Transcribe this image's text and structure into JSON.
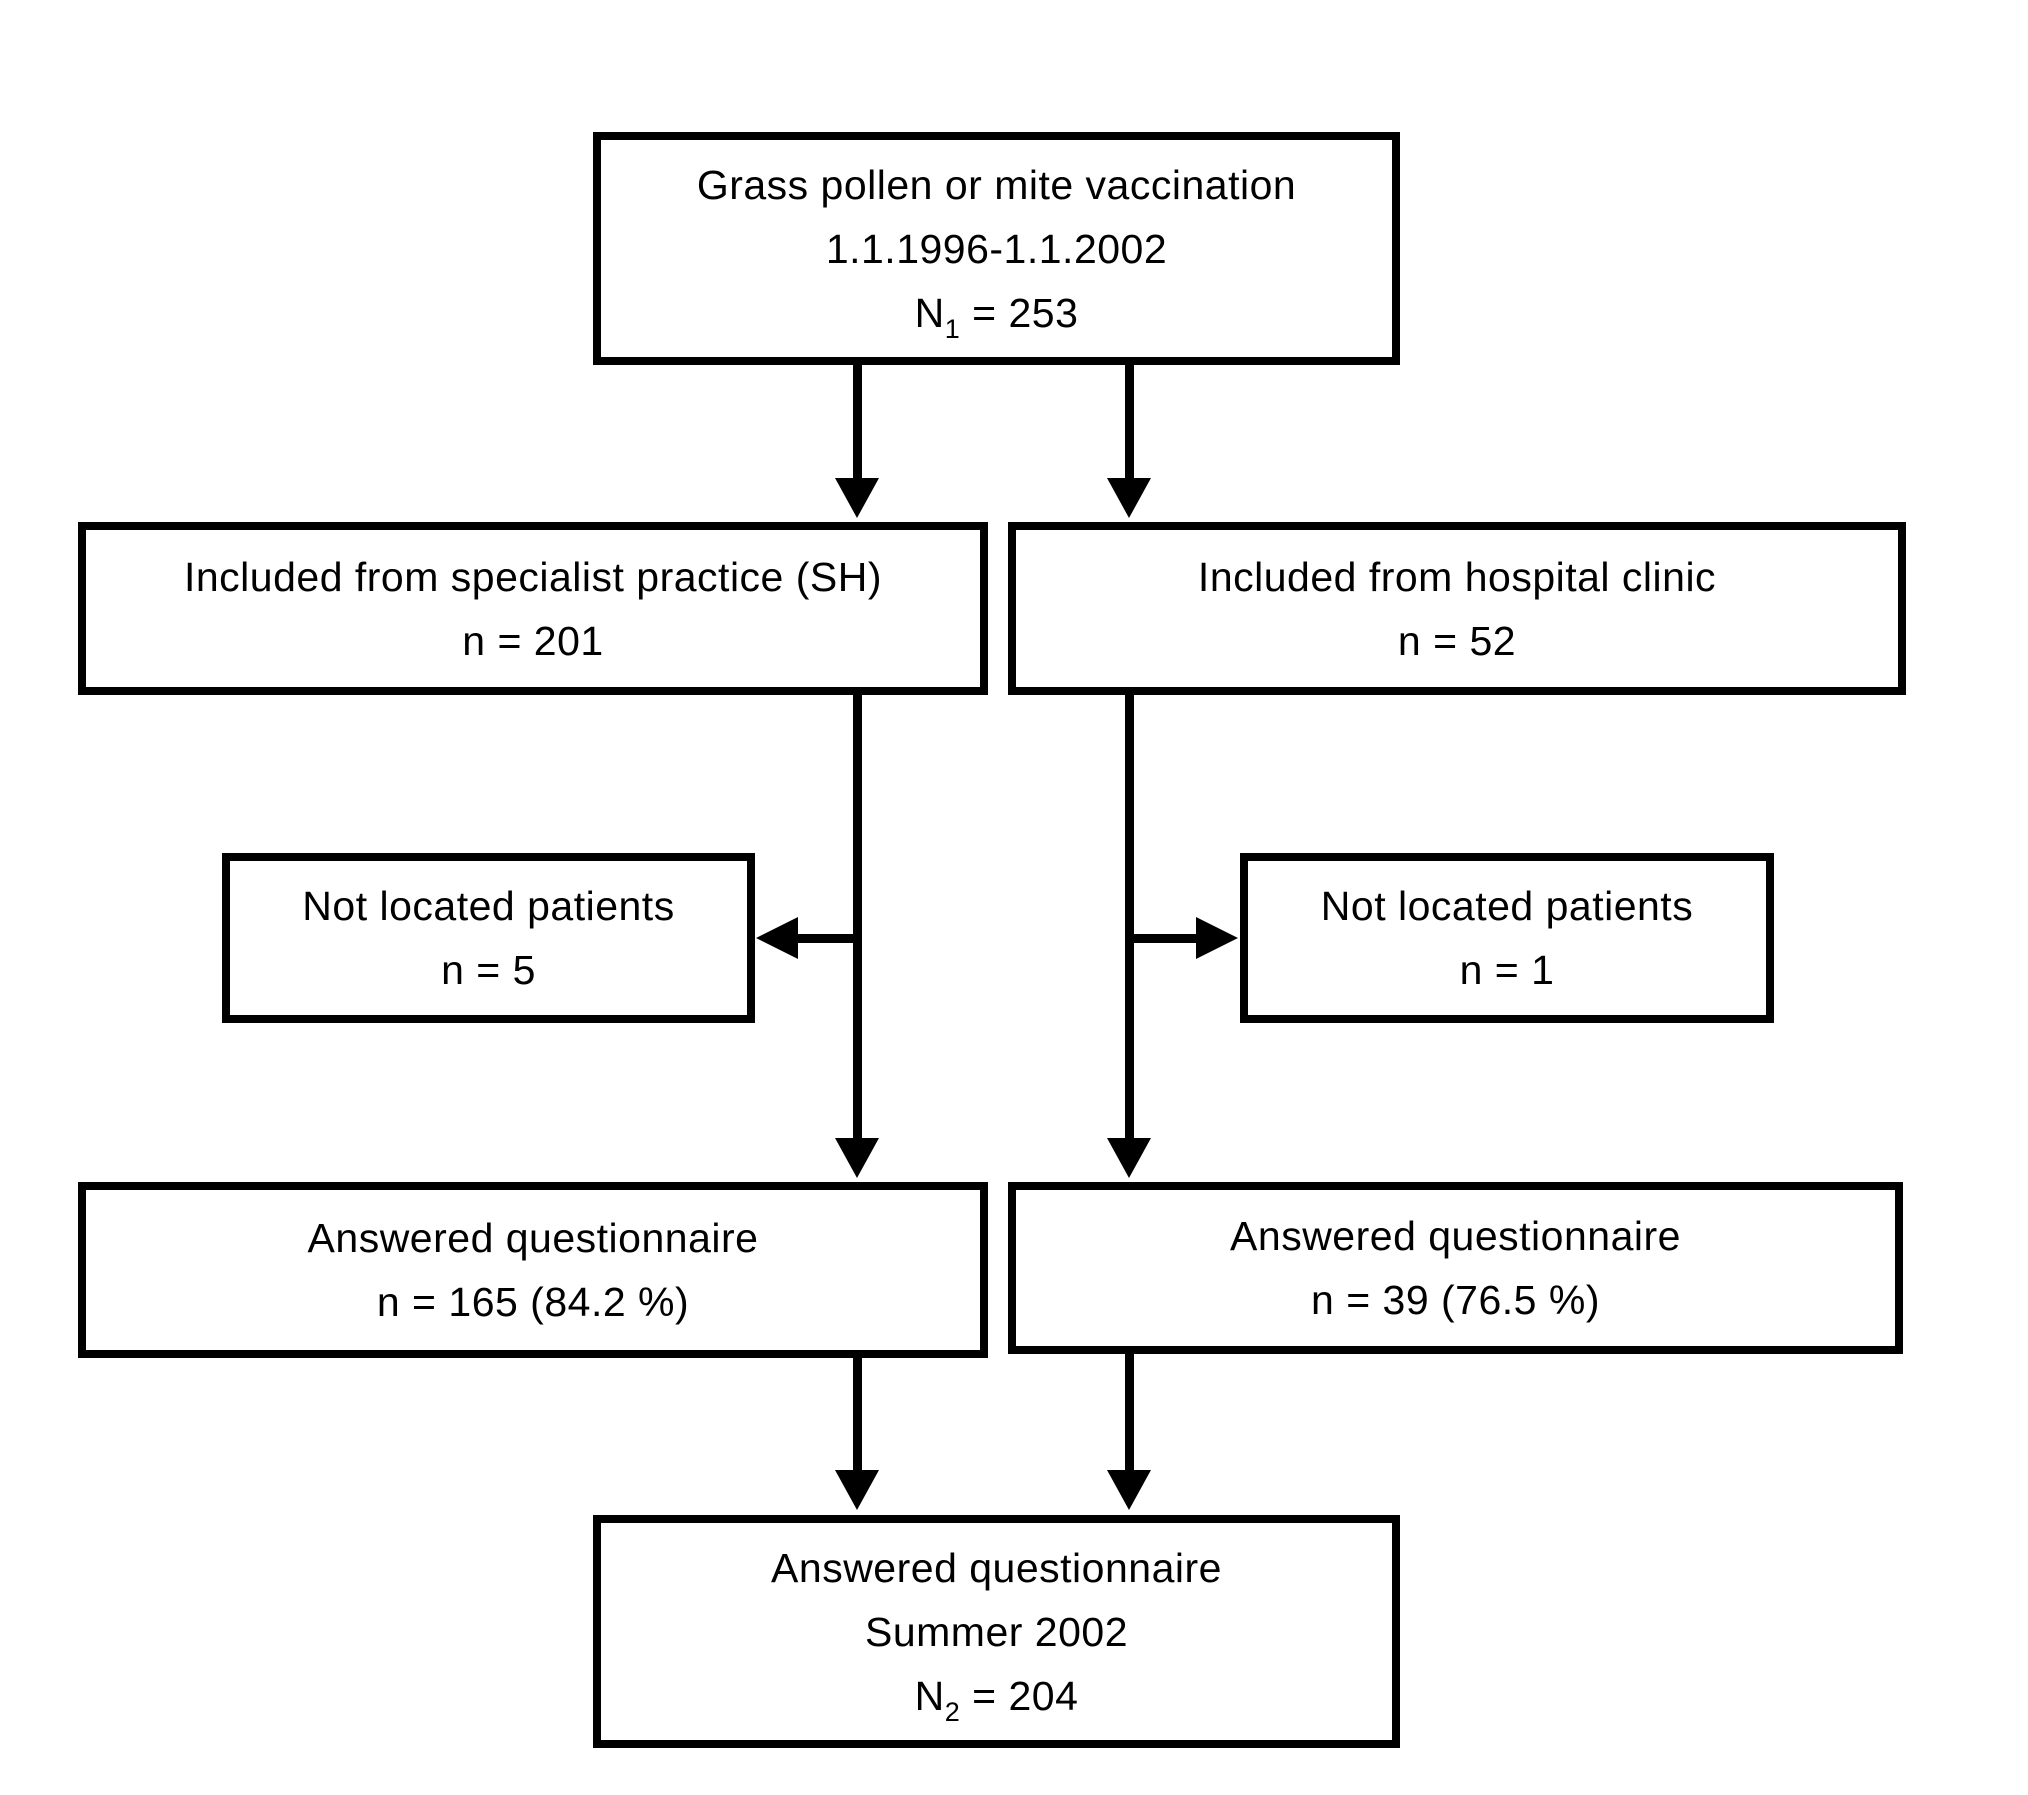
{
  "figure": {
    "type": "flowchart",
    "background_color": "#ffffff",
    "line_color": "#000000",
    "text_color": "#000000"
  },
  "boxes": {
    "vaccination": {
      "line1": "Grass pollen or mite vaccination",
      "line2": "1.1.1996-1.1.2002",
      "n_base": "N",
      "n_sub": "1",
      "n_rest": " = 253"
    },
    "specialist": {
      "line1": "Included from specialist practice (SH)",
      "line2": "n = 201"
    },
    "hospital": {
      "line1": "Included from hospital clinic",
      "line2": "n = 52"
    },
    "not_located_specialist": {
      "line1": "Not located patients",
      "line2": "n = 5"
    },
    "not_located_hospital": {
      "line1": "Not located patients",
      "line2": "n = 1"
    },
    "answered_specialist": {
      "line1": "Answered questionnaire",
      "line2": "n = 165 (84.2 %)"
    },
    "answered_hospital": {
      "line1": "Answered questionnaire",
      "line2": "n = 39 (76.5 %)"
    },
    "final": {
      "line1": "Answered questionnaire",
      "line2": "Summer 2002",
      "n_base": "N",
      "n_sub": "2",
      "n_rest": " = 204"
    }
  }
}
